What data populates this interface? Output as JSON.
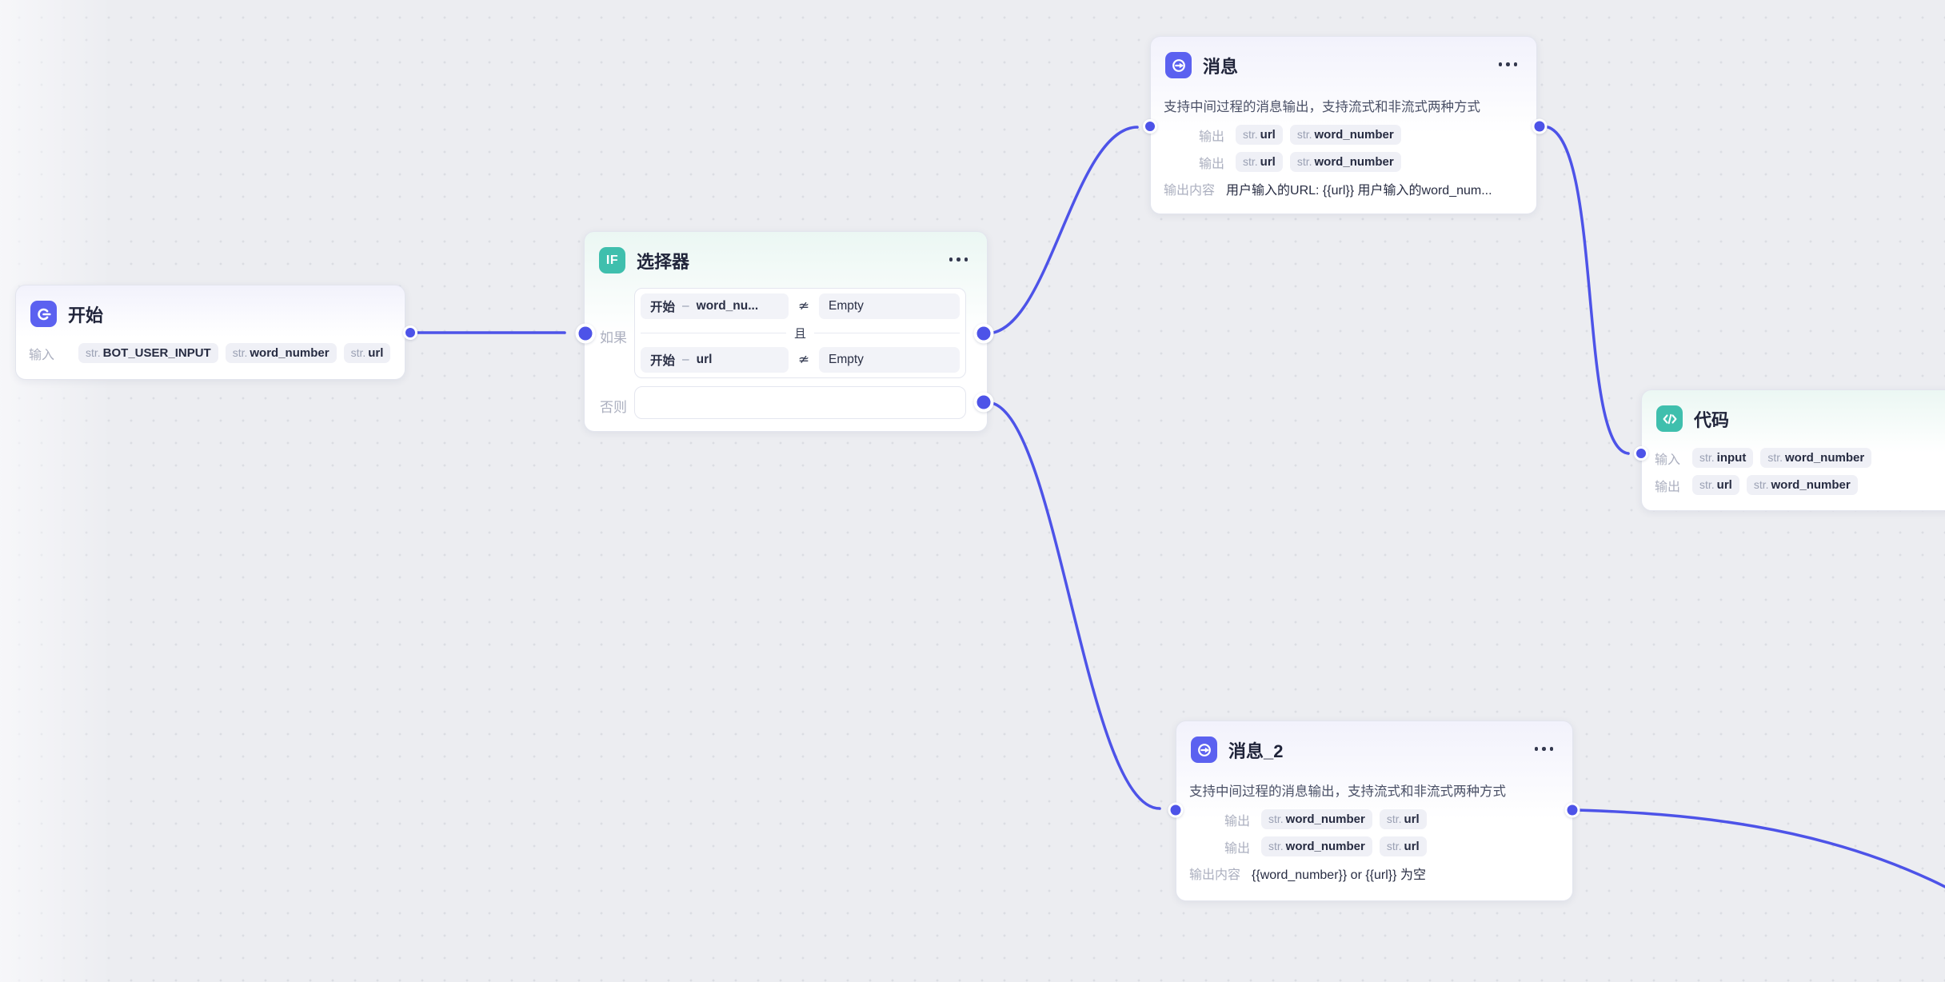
{
  "colors": {
    "edge": "#4D53E8",
    "icon_purple": "#5B61F0",
    "icon_teal": "#3FBFAD",
    "canvas_bg": "#ECEDF1"
  },
  "start": {
    "title": "开始",
    "row_label": "输入",
    "tags": [
      {
        "p": "str.",
        "n": "BOT_USER_INPUT"
      },
      {
        "p": "str.",
        "n": "word_number"
      },
      {
        "p": "str.",
        "n": "url"
      }
    ]
  },
  "selector": {
    "title": "选择器",
    "icon_text": "IF",
    "if_label": "如果",
    "else_label": "否则",
    "and_label": "且",
    "conditions": [
      {
        "ref": "开始",
        "dash": "–",
        "field": "word_nu...",
        "op": "≄",
        "value": "Empty"
      },
      {
        "ref": "开始",
        "dash": "–",
        "field": "url",
        "op": "≄",
        "value": "Empty"
      }
    ]
  },
  "message": {
    "title": "消息",
    "desc": "支持中间过程的消息输出，支持流式和非流式两种方式",
    "rows": [
      {
        "label": "输出",
        "tags": [
          {
            "p": "str.",
            "n": "url"
          },
          {
            "p": "str.",
            "n": "word_number"
          }
        ]
      },
      {
        "label": "输出",
        "tags": [
          {
            "p": "str.",
            "n": "url"
          },
          {
            "p": "str.",
            "n": "word_number"
          }
        ]
      }
    ],
    "content_label": "输出内容",
    "content": "用户输入的URL: {{url}} 用户输入的word_num..."
  },
  "code": {
    "title": "代码",
    "rows": [
      {
        "label": "输入",
        "tags": [
          {
            "p": "str.",
            "n": "input"
          },
          {
            "p": "str.",
            "n": "word_number"
          }
        ]
      },
      {
        "label": "输出",
        "tags": [
          {
            "p": "str.",
            "n": "url"
          },
          {
            "p": "str.",
            "n": "word_number"
          }
        ]
      }
    ]
  },
  "message2": {
    "title": "消息_2",
    "desc": "支持中间过程的消息输出，支持流式和非流式两种方式",
    "rows": [
      {
        "label": "输出",
        "tags": [
          {
            "p": "str.",
            "n": "word_number"
          },
          {
            "p": "str.",
            "n": "url"
          }
        ]
      },
      {
        "label": "输出",
        "tags": [
          {
            "p": "str.",
            "n": "word_number"
          },
          {
            "p": "str.",
            "n": "url"
          }
        ]
      }
    ],
    "content_label": "输出内容",
    "content": "{{word_number}} or {{url}} 为空"
  }
}
